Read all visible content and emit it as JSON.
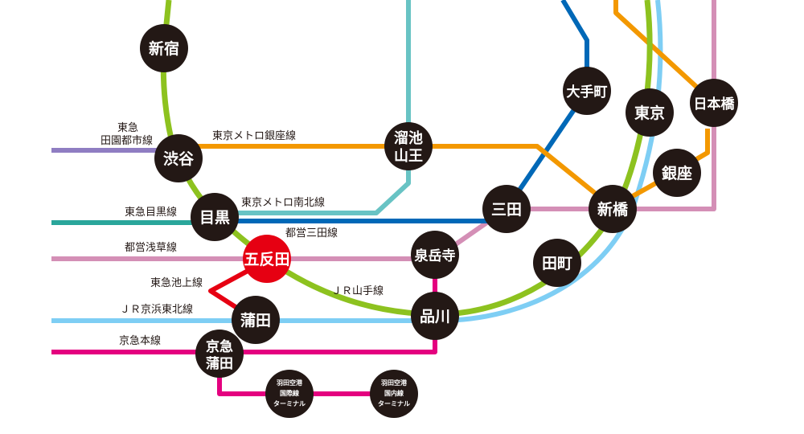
{
  "map": {
    "lines": {
      "yamanote": {
        "label": "ＪＲ山手線",
        "color": "#8dc21f"
      },
      "keihin_tohoku": {
        "label": "ＪＲ京浜東北線",
        "color": "#7ecef4"
      },
      "ginza": {
        "label": "東京メトロ銀座線",
        "color": "#f39800"
      },
      "namboku": {
        "label": "東京メトロ南北線",
        "color": "#68c3c4"
      },
      "mita": {
        "label": "都営三田線",
        "color": "#0068b7"
      },
      "asakusa": {
        "label": "都営浅草線",
        "color": "#d48fb6"
      },
      "ikegami": {
        "label": "東急池上線",
        "color": "#e60012"
      },
      "keikyu": {
        "label": "京急本線",
        "color": "#e4007f"
      },
      "den_en_toshi": {
        "label_line1": "東急",
        "label_line2": "田園都市線",
        "color": "#8f7dc2"
      },
      "meguro_line": {
        "label": "東急目黒線",
        "color": "#2aa69b"
      }
    },
    "stations": {
      "shinjuku": "新宿",
      "shibuya": "渋谷",
      "meguro": "目黒",
      "gotanda": "五反田",
      "kamata": "蒲田",
      "keikyu_kamata_1": "京急",
      "keikyu_kamata_2": "蒲田",
      "tameike_sanno_1": "溜池",
      "tameike_sanno_2": "山王",
      "otemachi": "大手町",
      "tokyo": "東京",
      "nihombashi": "日本橋",
      "ginza": "銀座",
      "mita": "三田",
      "shimbashi": "新橋",
      "sengakuji": "泉岳寺",
      "tamachi": "田町",
      "shinagawa": "品川",
      "haneda_intl_1": "羽田空港",
      "haneda_intl_2": "国際線",
      "haneda_intl_3": "ターミナル",
      "haneda_dom_1": "羽田空港",
      "haneda_dom_2": "国内線",
      "haneda_dom_3": "ターミナル"
    },
    "highlight_station_color": "#e60012",
    "station_color": "#231815"
  }
}
